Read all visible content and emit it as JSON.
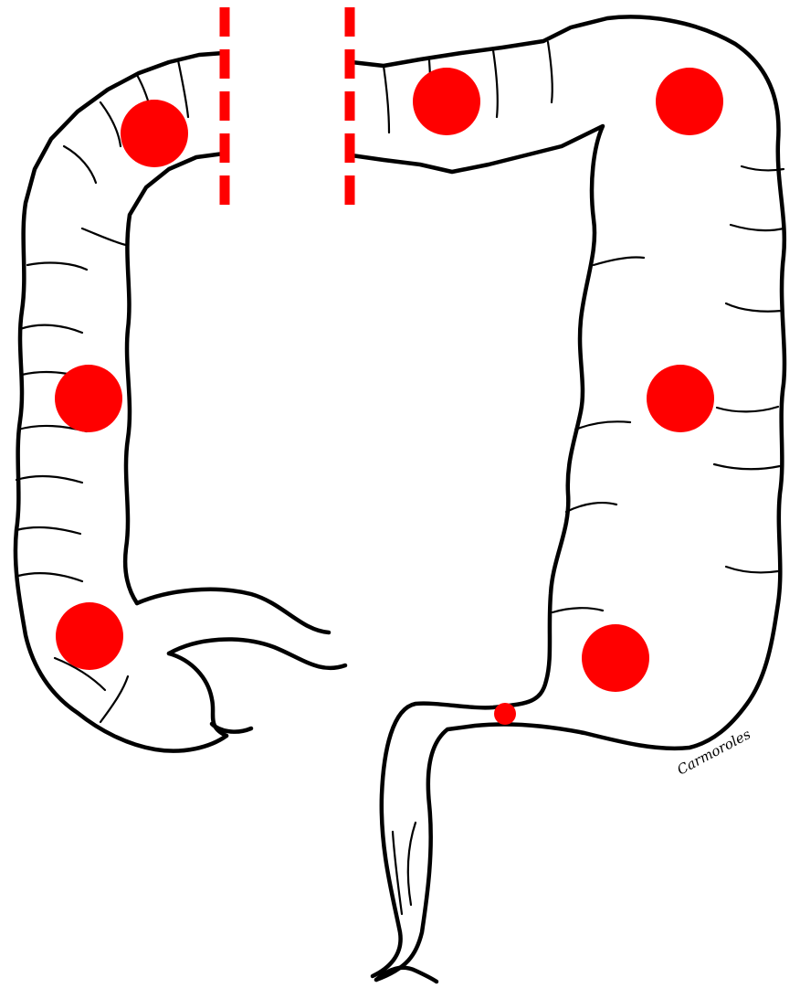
{
  "colors": {
    "outline": "#000000",
    "marker": "#ff0000",
    "background": "#ffffff"
  },
  "markers": [
    {
      "name": "marker-hepatic-flexure",
      "size": "large"
    },
    {
      "name": "marker-ascending-colon",
      "size": "large"
    },
    {
      "name": "marker-cecum",
      "size": "large"
    },
    {
      "name": "marker-transverse-colon",
      "size": "large"
    },
    {
      "name": "marker-splenic-flexure",
      "size": "large"
    },
    {
      "name": "marker-descending-colon",
      "size": "large"
    },
    {
      "name": "marker-sigmoid-colon",
      "size": "large"
    },
    {
      "name": "marker-rectosigmoid-junction",
      "size": "small"
    }
  ],
  "cut_lines": {
    "count": 2,
    "style": "dashed",
    "color": "#ff0000"
  },
  "signature": "Carmoroles"
}
